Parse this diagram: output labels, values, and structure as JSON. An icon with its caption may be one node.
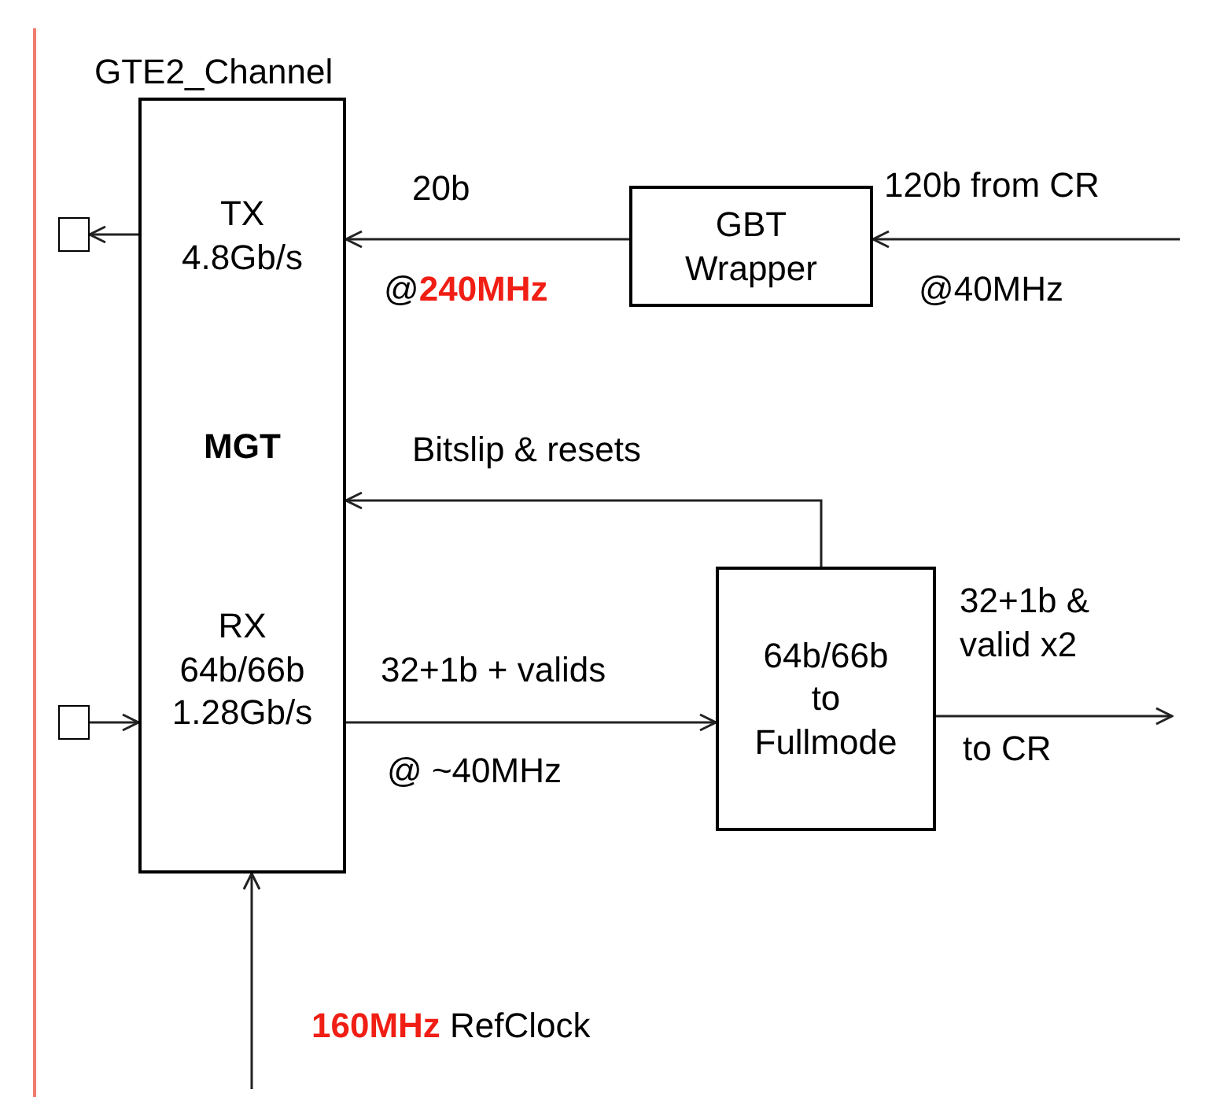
{
  "diagram": {
    "nodes": [
      {
        "text": [
          "GTE2_Channel",
          "TX 4.8Gb/s",
          "MGT",
          "RX 64b/66b 1.28Gb/s"
        ]
      },
      {
        "text": [],
        "shape": "box"
      },
      {
        "text": [],
        "shape": "box"
      },
      {
        "text": [
          "GBT Wrapper"
        ]
      },
      {
        "text": [
          "64b/66b to Fullmode"
        ]
      }
    ],
    "edges": [
      {
        "from": 0,
        "to": 1,
        "arrow": "to"
      },
      {
        "from": 3,
        "to": 0,
        "arrow": "to",
        "label": "20b"
      },
      {
        "from": null,
        "to": 3,
        "arrow": "to",
        "label": "120b from CR"
      },
      {
        "from": 4,
        "to": 0,
        "arrow": "to",
        "label": "Bitslip & resets"
      },
      {
        "from": 2,
        "to": 0,
        "arrow": "to"
      },
      {
        "from": 0,
        "to": 4,
        "arrow": "to",
        "label": "32+1b + valids"
      },
      {
        "from": 4,
        "to": null,
        "arrow": "to",
        "label": "32+1b & valid x2"
      },
      {
        "from": null,
        "to": 0,
        "arrow": "to",
        "label": "**160MHz** RefClock"
      }
    ],
    "labels": [
      "@**240MHz**",
      "@40MHz",
      "@ ~40MHz",
      "to CR"
    ]
  }
}
